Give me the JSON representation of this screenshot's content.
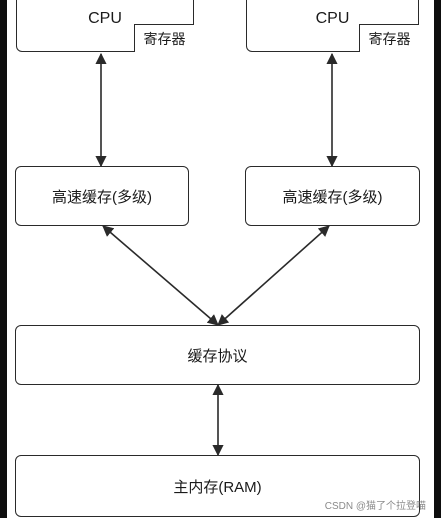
{
  "nodes": {
    "cpu_left": {
      "label": "CPU",
      "register_label": "寄存器"
    },
    "cpu_right": {
      "label": "CPU",
      "register_label": "寄存器"
    },
    "cache_left": {
      "label": "高速缓存(多级)"
    },
    "cache_right": {
      "label": "高速缓存(多级)"
    },
    "protocol": {
      "label": "缓存协议"
    },
    "memory": {
      "label": "主内存(RAM)"
    }
  },
  "watermark": "CSDN @猫了个拉登喵",
  "colors": {
    "background": "#ffffff",
    "border": "#2a2a2a",
    "arrow": "#2a2a2a",
    "frame": "#0e0e0e"
  }
}
